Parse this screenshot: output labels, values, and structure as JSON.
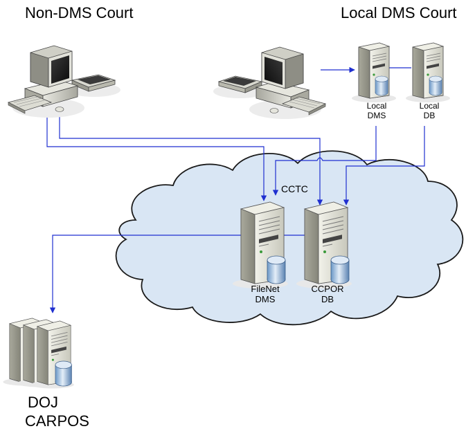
{
  "titles": {
    "non_dms_court": "Non-DMS Court",
    "local_dms_court": "Local DMS Court"
  },
  "local_dms": {
    "line1": "Local",
    "line2": "DMS"
  },
  "local_db": {
    "line1": "Local",
    "line2": "DB"
  },
  "cloud_label": "CCTC",
  "filenet_dms": {
    "line1": "FileNet",
    "line2": "DMS"
  },
  "ccpor_db": {
    "line1": "CCPOR",
    "line2": "DB"
  },
  "doj_carpos": {
    "line1": "DOJ",
    "line2": "CARPOS"
  },
  "colors": {
    "connector": "#1f2fd0",
    "cloud_fill": "#d9e6f4",
    "cloud_stroke": "#1a1a1a",
    "server_body": "#dcdcd2"
  }
}
